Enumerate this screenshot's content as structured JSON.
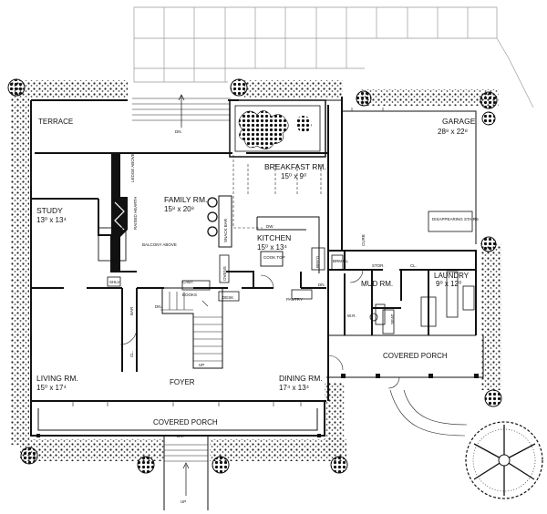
{
  "plan": {
    "rooms": {
      "terrace": {
        "name": "TERRACE"
      },
      "garage": {
        "name": "GARAGE",
        "size": "28⁸ x 22⁸"
      },
      "breakfast": {
        "name": "BREAKFAST RM.",
        "size": "15⁰ x 9⁰"
      },
      "family": {
        "name": "FAMILY RM.",
        "size": "15⁸ x 20⁸"
      },
      "study": {
        "name": "STUDY",
        "size": "13⁰ x 13⁴"
      },
      "kitchen": {
        "name": "KITCHEN",
        "size": "15⁰ x 13⁴"
      },
      "laundry": {
        "name": "LAUNDRY",
        "size": "9⁰ x 12⁰"
      },
      "mud": {
        "name": "MUD RM."
      },
      "living": {
        "name": "LIVING RM.",
        "size": "15⁰ x 17⁴"
      },
      "foyer": {
        "name": "FOYER"
      },
      "dining": {
        "name": "DINING RM.",
        "size": "17⁴ x 13⁴"
      },
      "covered_porch_front": {
        "name": "COVERED PORCH"
      },
      "covered_porch_side": {
        "name": "COVERED PORCH"
      }
    },
    "labels": {
      "dn_terrace": "DN.",
      "ledge_above": "LEDGE ABOVE",
      "raised_hearth": "RAISED HEARTH",
      "balcony_above": "BALCONY ABOVE",
      "snack_bar": "SNACK BAR",
      "oven": "OVENS",
      "dw": "DW",
      "cook_top": "COOK TOP",
      "ref": "REF'G",
      "brm_cl": "BRM CL",
      "disappearing_stairs": "DISAPPEARING STAIRS",
      "curb": "CURB",
      "stor": "STOR.",
      "cl_laundry": "CL.",
      "pantry": "PANTRY",
      "wr": "W.R.",
      "dn_kitchen": "DN.",
      "seat": "SEAT",
      "shlv": "SHLV.",
      "bar": "BAR",
      "cabt": "CABT.",
      "books": "BOOKS",
      "desk": "DESK",
      "dn_stair": "DN.",
      "up_stair": "UP",
      "cl_foyer": "CL.",
      "dn_porch": "DN.",
      "up_porch": "UP"
    }
  }
}
